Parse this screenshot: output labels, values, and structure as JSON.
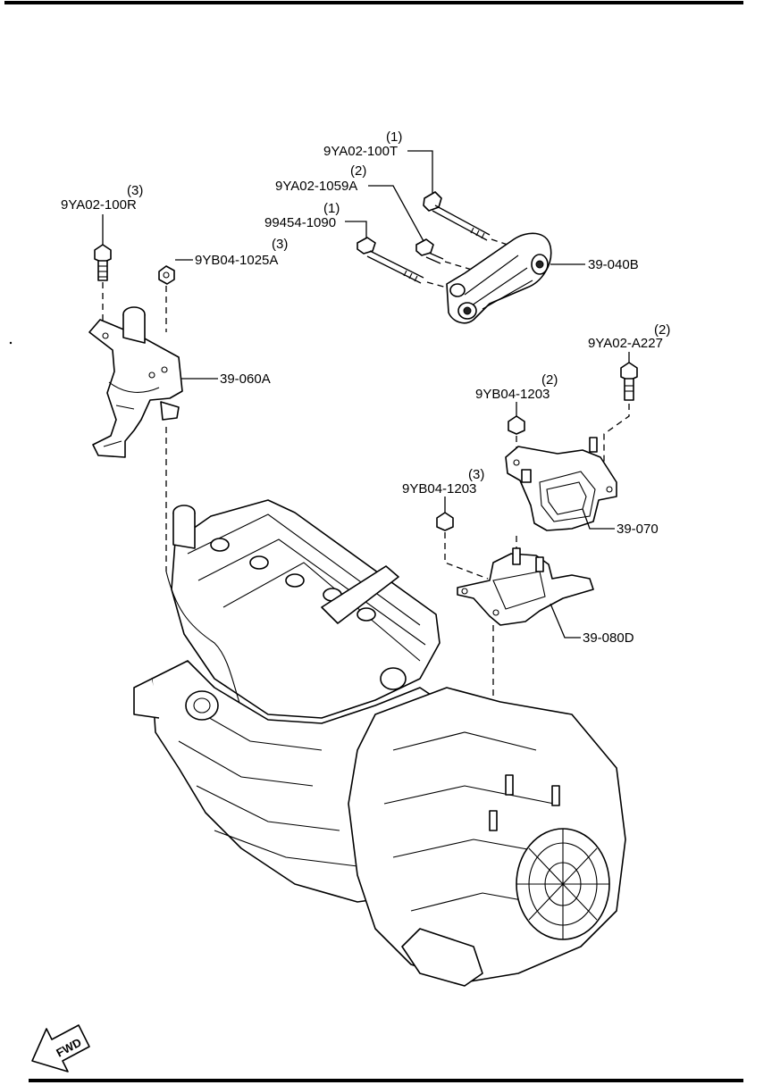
{
  "callouts": [
    {
      "id": "c1",
      "qty": "(1)",
      "part": "9YA02-100T"
    },
    {
      "id": "c2",
      "qty": "(2)",
      "part": "9YA02-1059A"
    },
    {
      "id": "c3",
      "qty": "(1)",
      "part": "99454-1090"
    },
    {
      "id": "c4",
      "qty": "(3)",
      "part": "9YA02-100R"
    },
    {
      "id": "c5",
      "qty": "(3)",
      "part": "9YB04-1025A"
    },
    {
      "id": "c6",
      "qty": "(2)",
      "part": "9YA02-A227"
    },
    {
      "id": "c7",
      "qty": "(2)",
      "part": "9YB04-1203"
    },
    {
      "id": "c8",
      "qty": "(3)",
      "part": "9YB04-1203"
    }
  ],
  "parts": {
    "p040": "39-040B",
    "p060": "39-060A",
    "p070": "39-070",
    "p080": "39-080D"
  },
  "fwd_label": "FWD"
}
